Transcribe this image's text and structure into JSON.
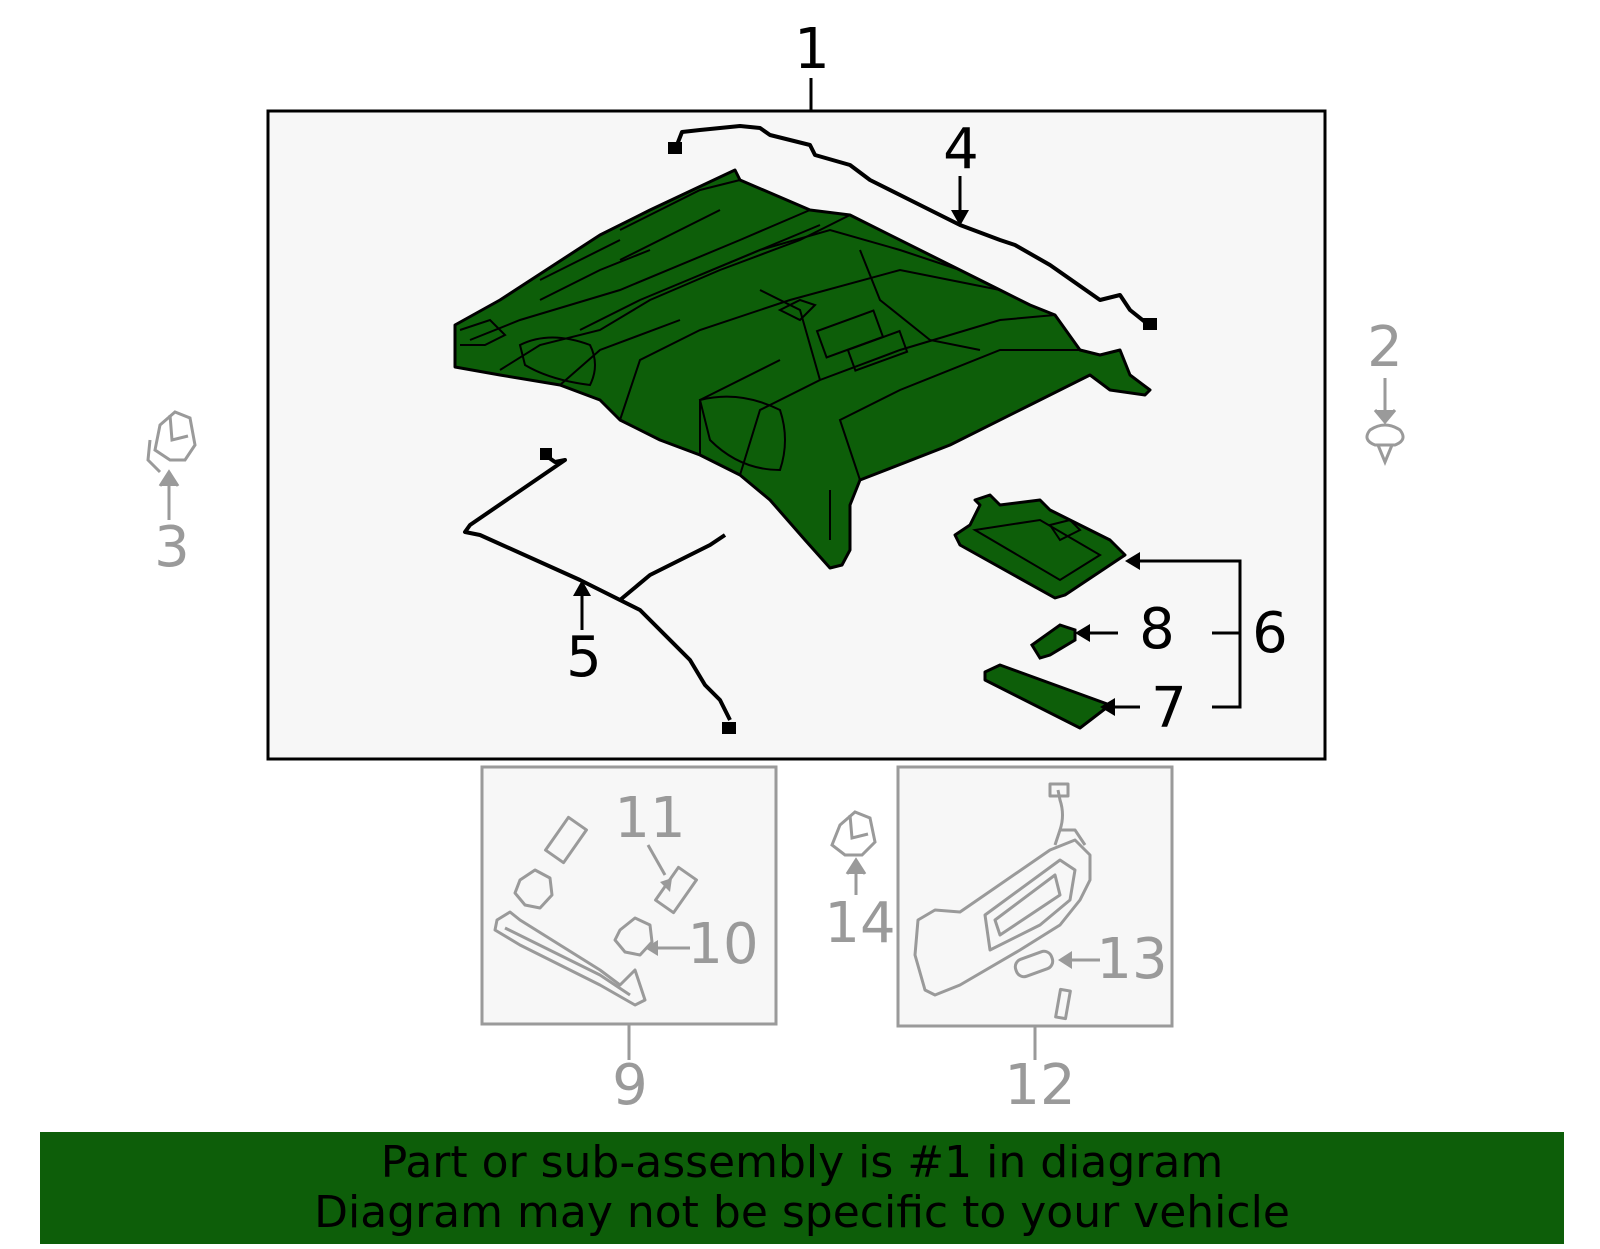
{
  "callouts": {
    "c1": "1",
    "c2": "2",
    "c3": "3",
    "c4": "4",
    "c5": "5",
    "c6": "6",
    "c7": "7",
    "c8": "8",
    "c9": "9",
    "c10": "10",
    "c11": "11",
    "c12": "12",
    "c13": "13",
    "c14": "14"
  },
  "highlight_part": "1",
  "colors": {
    "highlight_fill": "#0d5e09",
    "panel_bg": "#f7f7f7",
    "gray_lines": "#9a9a9a",
    "banner_bg": "#0d5e09"
  },
  "banner": {
    "line1": "Part or sub-assembly is #1 in diagram",
    "line2": "Diagram may not be specific to your vehicle"
  }
}
